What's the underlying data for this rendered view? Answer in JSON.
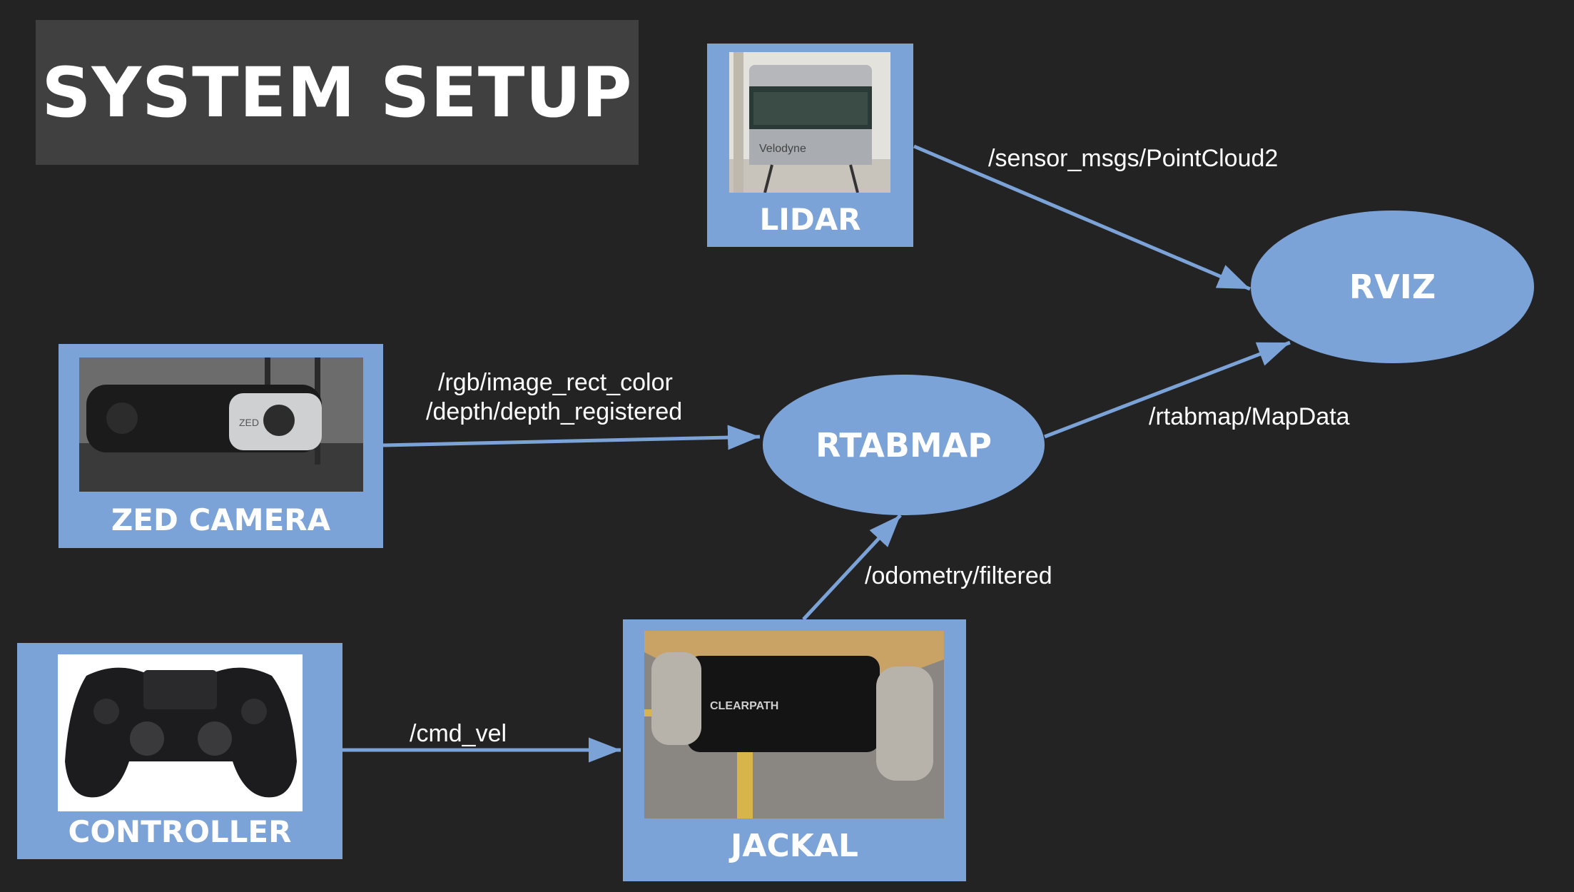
{
  "title": "SYSTEM SETUP",
  "nodes": {
    "lidar": {
      "label": "LIDAR",
      "image": "velodyne-lidar-photo",
      "photo_text": "Velodyne"
    },
    "zed_camera": {
      "label": "ZED CAMERA",
      "image": "zed-stereo-camera-photo",
      "photo_text": "ZED"
    },
    "controller": {
      "label": "CONTROLLER",
      "image": "ps4-gamepad-photo"
    },
    "jackal": {
      "label": "JACKAL",
      "image": "clearpath-jackal-robot-photo",
      "photo_text": "CLEARPATH"
    },
    "rtabmap": {
      "label": "RTABMAP"
    },
    "rviz": {
      "label": "RVIZ"
    }
  },
  "edges": {
    "lidar_to_rviz": "/sensor_msgs/PointCloud2",
    "zed_to_rtabmap_1": "/rgb/image_rect_color",
    "zed_to_rtabmap_2": "/depth/depth_registered",
    "rtabmap_to_rviz": "/rtabmap/MapData",
    "jackal_to_rtabmap": "/odometry/filtered",
    "controller_to_jackal": "/cmd_vel"
  },
  "colors": {
    "background": "#232323",
    "title_box": "#404040",
    "node_fill": "#7ba3d8",
    "edge": "#7ba3d8",
    "text": "#ffffff"
  }
}
